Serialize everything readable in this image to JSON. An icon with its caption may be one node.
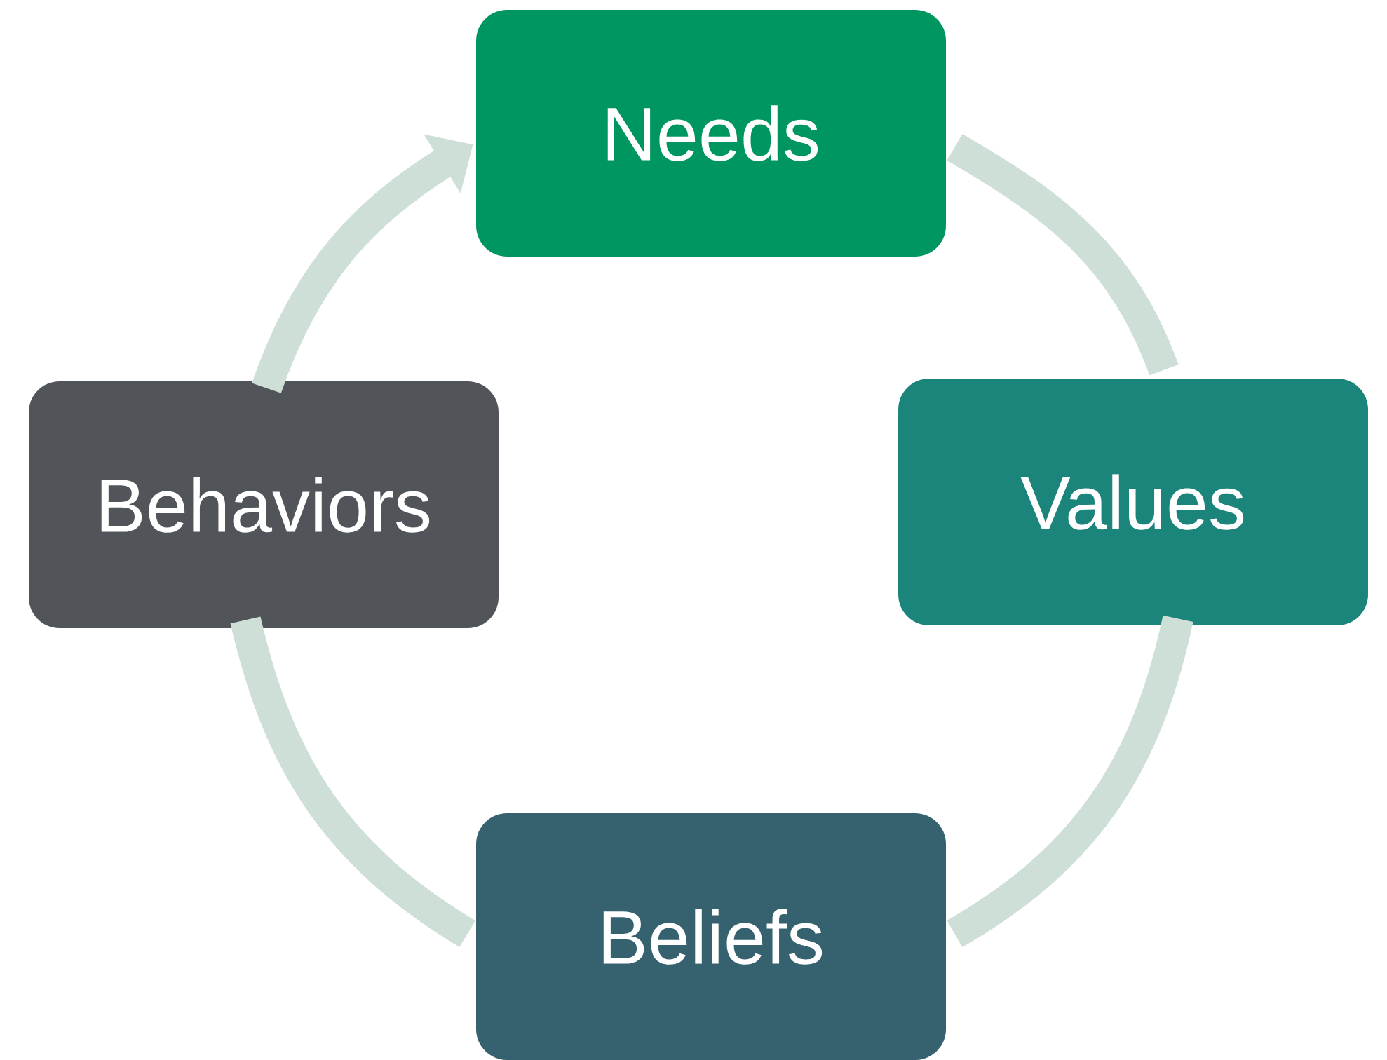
{
  "diagram": {
    "nodes": [
      {
        "text": [
          "Needs"
        ]
      },
      {
        "text": [
          "Values"
        ]
      },
      {
        "text": [
          "Beliefs"
        ]
      },
      {
        "text": [
          "Behaviors"
        ]
      }
    ],
    "edges": [
      {
        "from": 0,
        "to": 1,
        "arrow": "none"
      },
      {
        "from": 1,
        "to": 2,
        "arrow": "none"
      },
      {
        "from": 2,
        "to": 3,
        "arrow": "none"
      },
      {
        "from": 3,
        "to": 0,
        "arrow": "to"
      }
    ]
  }
}
